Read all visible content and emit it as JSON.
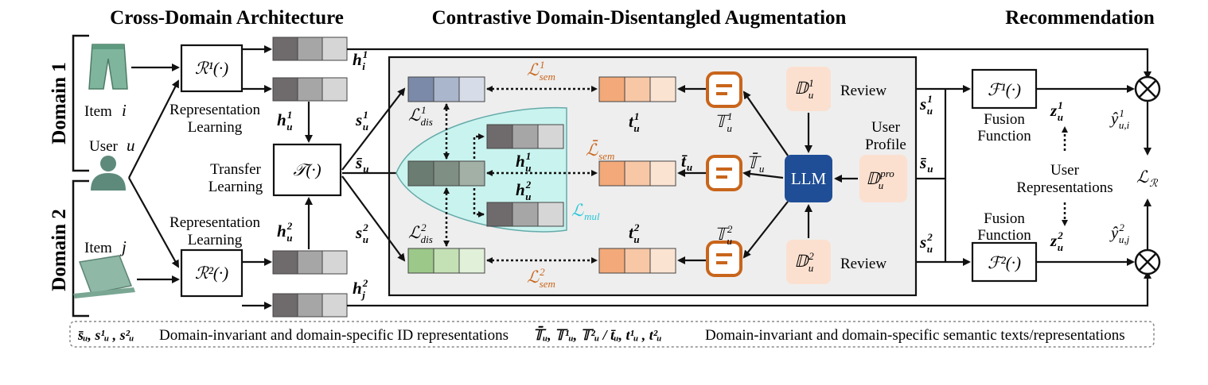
{
  "sections": {
    "cross_domain": "Cross-Domain Architecture",
    "cdda": "Contrastive Domain-Disentangled Augmentation",
    "recommendation": "Recommendation"
  },
  "domains": {
    "d1": "Domain 1",
    "d2": "Domain 2"
  },
  "left": {
    "item_i": "Item",
    "item_i_var": "i",
    "user": "User",
    "user_var": "u",
    "item_j": "Item",
    "item_j_var": "j",
    "r1": "ℛ¹(·)",
    "r2": "ℛ²(·)",
    "t": "𝒯(·)",
    "rep_learning_1a": "Representation",
    "rep_learning_1b": "Learning",
    "rep_learning_2a": "Representation",
    "rep_learning_2b": "Learning",
    "transfer_a": "Transfer",
    "transfer_b": "Learning"
  },
  "emb_labels": {
    "h_i1": "h",
    "h_u1": "h",
    "h_u2": "h",
    "h_j2": "h"
  },
  "middle": {
    "s_u1": "s",
    "s_bar": "s̄",
    "s_u2": "s",
    "l_dis": "ℒ",
    "l_dis_sub": "dis",
    "l_sem": "ℒ",
    "l_sem_sub": "sem",
    "l_mul": "ℒ",
    "l_mul_sub": "mul",
    "t_u": "t",
    "t_bar": "t̄",
    "T_u": "𝕋",
    "T_bar": "𝕋̄",
    "llm": "LLM",
    "review": "Review",
    "user_profile_a": "User",
    "user_profile_b": "Profile",
    "D": "𝔻",
    "pro": "pro"
  },
  "right": {
    "fusion_a": "Fusion",
    "fusion_b": "Function",
    "f1": "ℱ¹(·)",
    "f2": "ℱ²(·)",
    "z": "z",
    "user_reps_a": "User",
    "user_reps_b": "Representations",
    "y1": "ŷ",
    "y2": "ŷ",
    "l_r": "ℒ",
    "l_r_sub": "ℛ"
  },
  "footer": {
    "sym_id": "s̄ᵤ, s¹ᵤ , s²ᵤ",
    "desc_id": "Domain-invariant and domain-specific ID representations",
    "sym_text": "𝕋̄ᵤ, 𝕋¹ᵤ, 𝕋²ᵤ / t̄ᵤ, t¹ᵤ , t²ᵤ",
    "desc_text": "Domain-invariant and domain-specific semantic texts/representations"
  },
  "colors": {
    "gray_dark": "#6f6a6b",
    "gray_mid": "#a6a6a6",
    "gray_light": "#d6d6d6",
    "blue_dark": "#7b8aa8",
    "blue_mid": "#aab6cc",
    "blue_light": "#d6dce8",
    "green_dark": "#6b7d72",
    "green_mid": "#7f8f84",
    "green_light": "#a2b0a6",
    "lgreen_dark": "#9cc98a",
    "lgreen_mid": "#c4e0b5",
    "lgreen_light": "#e1f0d8",
    "orange_dark": "#f3a979",
    "orange_mid": "#f7c7a6",
    "orange_light": "#fbe3d2",
    "orange_accent": "#c8651b",
    "cyan_region": "#c9f3ee",
    "llm_blue": "#1f4e96",
    "peach": "#fbe0d0",
    "panel_bg": "#eeeeee"
  }
}
